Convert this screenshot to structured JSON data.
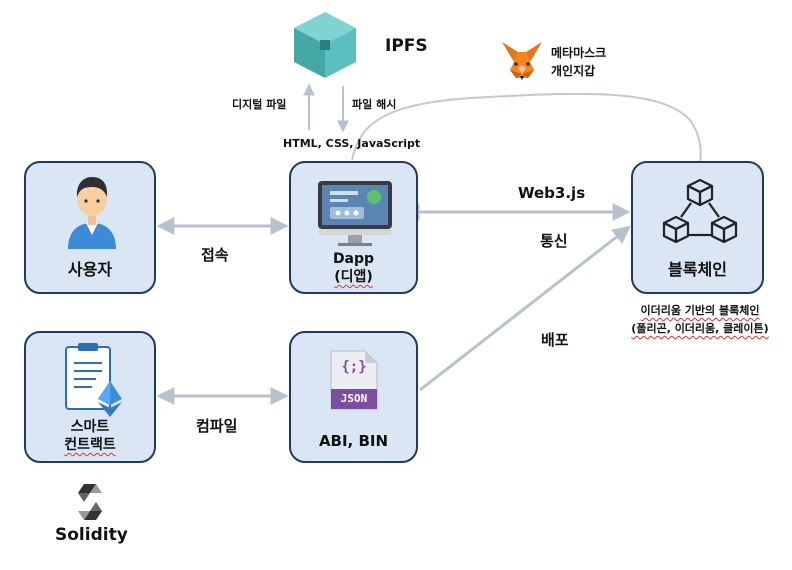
{
  "nodes": {
    "user": "사용자",
    "dapp_line1": "Dapp",
    "dapp_line2": "(디앱)",
    "blockchain": "블록체인",
    "contract_line1": "스마트",
    "contract_line2": "컨트랙트",
    "abi": "ABI, BIN"
  },
  "ipfs": {
    "title": "IPFS",
    "up_label": "디지털 파일",
    "down_label": "파일 해시",
    "tech": "HTML, CSS, JavaScript"
  },
  "wallet": {
    "line1": "메타마스크",
    "line2": "개인지갑"
  },
  "edges": {
    "connect": "접속",
    "web3": "Web3.js",
    "comm": "통신",
    "compile": "컴파일",
    "deploy": "배포"
  },
  "chain_note": {
    "line1": "이더리움 기반의 블록체인",
    "line2": "(폴리곤, 이더리움, 클레이튼)"
  },
  "json_icon": {
    "braces": "{;}",
    "label": "JSON"
  },
  "solidity": "Solidity",
  "colors": {
    "box_fill": "#dbe6f4",
    "box_border": "#1f3a66",
    "arrow": "#b8c2cf",
    "ipfs_cube": "#5bbfbf"
  }
}
